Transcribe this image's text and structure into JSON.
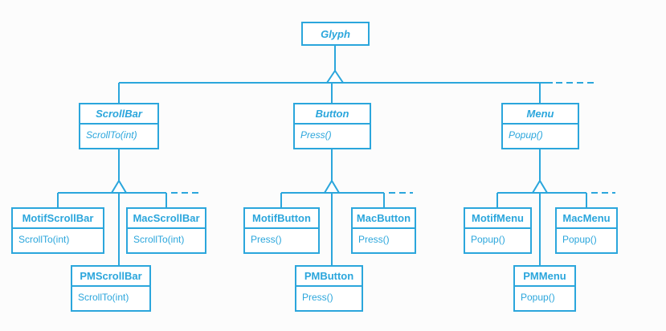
{
  "diagram": {
    "accent_color": "#2ba6dc",
    "background_color": "#fcfcfc",
    "root": {
      "name": "Glyph"
    },
    "abstract_classes": [
      {
        "name": "ScrollBar",
        "method": "ScrollTo(int)"
      },
      {
        "name": "Button",
        "method": "Press()"
      },
      {
        "name": "Menu",
        "method": "Popup()"
      }
    ],
    "concrete_classes": [
      {
        "name": "MotifScrollBar",
        "method": "ScrollTo(int)"
      },
      {
        "name": "MacScrollBar",
        "method": "ScrollTo(int)"
      },
      {
        "name": "PMScrollBar",
        "method": "ScrollTo(int)"
      },
      {
        "name": "MotifButton",
        "method": "Press()"
      },
      {
        "name": "MacButton",
        "method": "Press()"
      },
      {
        "name": "PMButton",
        "method": "Press()"
      },
      {
        "name": "MotifMenu",
        "method": "Popup()"
      },
      {
        "name": "MacMenu",
        "method": "Popup()"
      },
      {
        "name": "PMMenu",
        "method": "Popup()"
      }
    ]
  }
}
